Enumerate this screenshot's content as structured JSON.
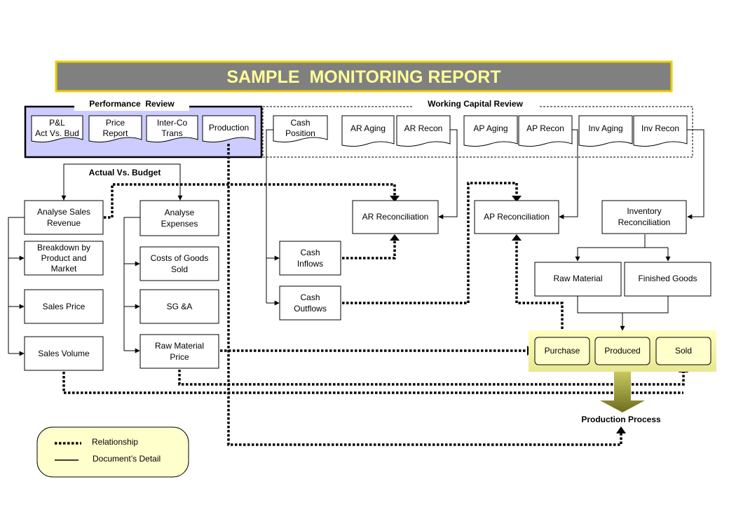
{
  "title": "SAMPLE  MONITORING REPORT",
  "sections": {
    "performance_review": "Performance  Review",
    "working_capital_review": "Working Capital Review",
    "actual_vs_budget": "Actual Vs. Budget",
    "production_process": "Production Process"
  },
  "documents": {
    "pl": [
      "P&L",
      "Act Vs. Bud"
    ],
    "price_report": [
      "Price",
      "Report"
    ],
    "interco": [
      "Inter-Co",
      "Trans"
    ],
    "production": [
      "Production"
    ],
    "cash_position": [
      "Cash",
      "Position"
    ],
    "ar_aging": [
      "AR Aging"
    ],
    "ar_recon": [
      "AR Recon"
    ],
    "ap_aging": [
      "AP Aging"
    ],
    "ap_recon": [
      "AP Recon"
    ],
    "inv_aging": [
      "Inv Aging"
    ],
    "inv_recon": [
      "Inv Recon"
    ]
  },
  "boxes": {
    "analyse_sales": [
      "Analyse Sales",
      "Revenue"
    ],
    "breakdown": [
      "Breakdown by",
      "Product and",
      "Market"
    ],
    "sales_price": [
      "Sales Price"
    ],
    "sales_volume": [
      "Sales Volume"
    ],
    "analyse_expenses": [
      "Analyse",
      "Expenses"
    ],
    "cogs": [
      "Costs of Goods",
      "Sold"
    ],
    "sga": [
      "SG &A"
    ],
    "raw_material_price": [
      "Raw Material",
      "Price"
    ],
    "cash_inflows": [
      "Cash",
      "Inflows"
    ],
    "cash_outflows": [
      "Cash",
      "Outflows"
    ],
    "ar_reconciliation": [
      "AR Reconciliation"
    ],
    "ap_reconciliation": [
      "AP Reconciliation"
    ],
    "inventory_reconciliation": [
      "Inventory",
      "Reconciliation"
    ],
    "raw_material": [
      "Raw Material"
    ],
    "finished_goods": [
      "Finished Goods"
    ],
    "purchase": [
      "Purchase"
    ],
    "produced": [
      "Produced"
    ],
    "sold": [
      "Sold"
    ]
  },
  "legend": {
    "relationship": "Relationship",
    "documents_detail": "Document’s Detail"
  },
  "colors": {
    "title_bg": "#808080",
    "title_border": "#e8d000",
    "title_text": "#ffff99",
    "performance_fill": "#ccccff",
    "production_band": "#ffffb3",
    "production_box": "#ffffcc",
    "legend_fill": "#ffffcc",
    "arrow_fill": "#8c8c2a"
  }
}
